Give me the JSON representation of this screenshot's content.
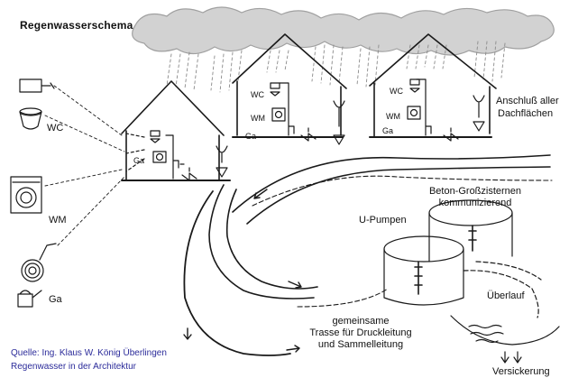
{
  "title": "Regenwasserschema",
  "labels": {
    "wc": "WC",
    "wm": "WM",
    "ga": "Ga",
    "anschluss_line1": "Anschluß aller",
    "anschluss_line2": "Dachflächen",
    "beton_line1": "Beton-Großzisternen",
    "beton_line2": "kommunizierend",
    "u_pumpen": "U-Pumpen",
    "ueberlauf": "Überlauf",
    "trasse_line1": "gemeinsame",
    "trasse_line2": "Trasse für Druckleitung",
    "trasse_line3": "und Sammelleitung",
    "versickerung": "Versickerung"
  },
  "source": {
    "line1": "Quelle: Ing. Klaus W. König Überlingen",
    "line2": "Regenwasser in der Architektur",
    "color": "#2b2b9a"
  },
  "icons": [
    "cloud-icon",
    "rain-icon",
    "house-icon",
    "toilet-icon",
    "washing-machine-icon",
    "garden-hose-icon",
    "watering-can-icon",
    "valve-icon",
    "funnel-icon",
    "cistern-icon",
    "pump-icon"
  ]
}
